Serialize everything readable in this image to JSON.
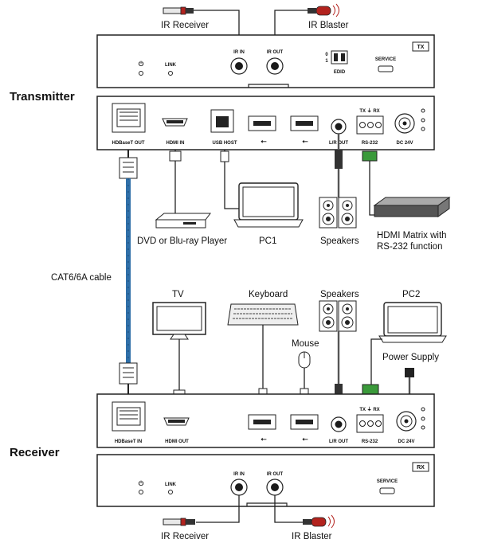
{
  "transmitter": {
    "title": "Transmitter",
    "top_panel": {
      "badge": "TX",
      "power": "⏻",
      "link": "LINK",
      "ir_in": "IR IN",
      "ir_out": "IR OUT",
      "edid_positions": [
        "0",
        "1"
      ],
      "edid": "EDID",
      "service": "SERVICE"
    },
    "ports": {
      "hdbaset": "HDBaseT OUT",
      "hdmi": "HDMI IN",
      "usb_host": "USB HOST",
      "usb_symbol_1": "⭠",
      "usb_symbol_2": "⭠",
      "lr_out": "L/R OUT",
      "rs232": "RS-232",
      "rs232_pins": "TX ⏚ RX",
      "dc": "DC 24V"
    }
  },
  "receiver": {
    "title": "Receiver",
    "top_panel": {
      "badge": "RX",
      "power": "⏻",
      "link": "LINK",
      "ir_in": "IR IN",
      "ir_out": "IR OUT",
      "service": "SERVICE"
    },
    "ports": {
      "hdbaset": "HDBaseT IN",
      "hdmi": "HDMI OUT",
      "lr_out": "L/R OUT",
      "rs232": "RS-232",
      "rs232_pins": "TX ⏚ RX",
      "dc": "DC 24V"
    }
  },
  "devices": {
    "ir_receiver_top": "IR Receiver",
    "ir_blaster_top": "IR Blaster",
    "dvd": "DVD or Blu-ray Player",
    "pc1": "PC1",
    "speakers_top": "Speakers",
    "hdmi_matrix_line1": "HDMI Matrix with",
    "hdmi_matrix_line2": "RS-232 function",
    "cable": "CAT6/6A cable",
    "tv": "TV",
    "keyboard": "Keyboard",
    "speakers_bottom": "Speakers",
    "pc2": "PC2",
    "mouse": "Mouse",
    "power_supply": "Power Supply",
    "ir_receiver_bottom": "IR Receiver",
    "ir_blaster_bottom": "IR Blaster"
  },
  "colors": {
    "cable": "#2f6fa8",
    "ir_blaster": "#b3231e",
    "terminal": "#3a9a3a"
  }
}
